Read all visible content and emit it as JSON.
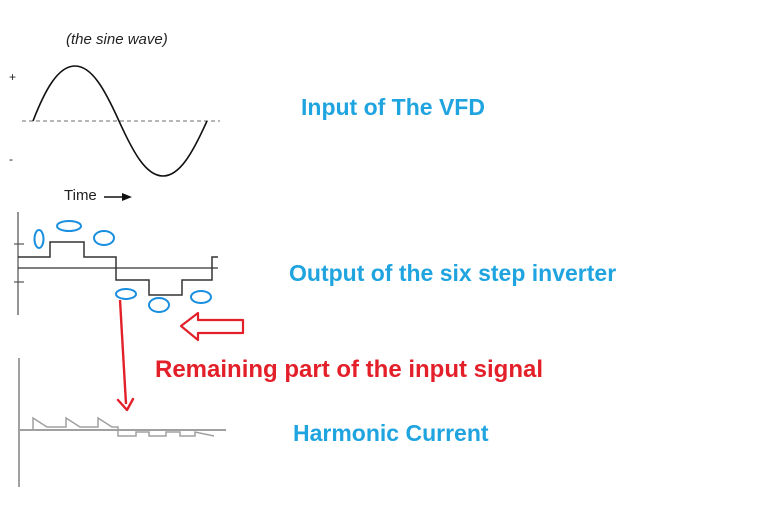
{
  "labels": {
    "caption": "(the sine wave)",
    "axis_plus": "+",
    "axis_minus": "-",
    "time": "Time",
    "input": "Input of The VFD",
    "output": "Output of the six step inverter",
    "remaining": "Remaining part of the input signal",
    "harmonic": "Harmonic Current"
  },
  "colors": {
    "blue_text": "#1fa4e0",
    "red": "#e3202a",
    "ellipse": "#1a8fe0",
    "line": "#111111",
    "gray": "#a0a0a0"
  },
  "icons": {
    "time_arrow": "right-arrow-icon",
    "hollow_arrow": "hollow-left-arrow-icon",
    "down_arrow": "down-arrow-icon"
  }
}
